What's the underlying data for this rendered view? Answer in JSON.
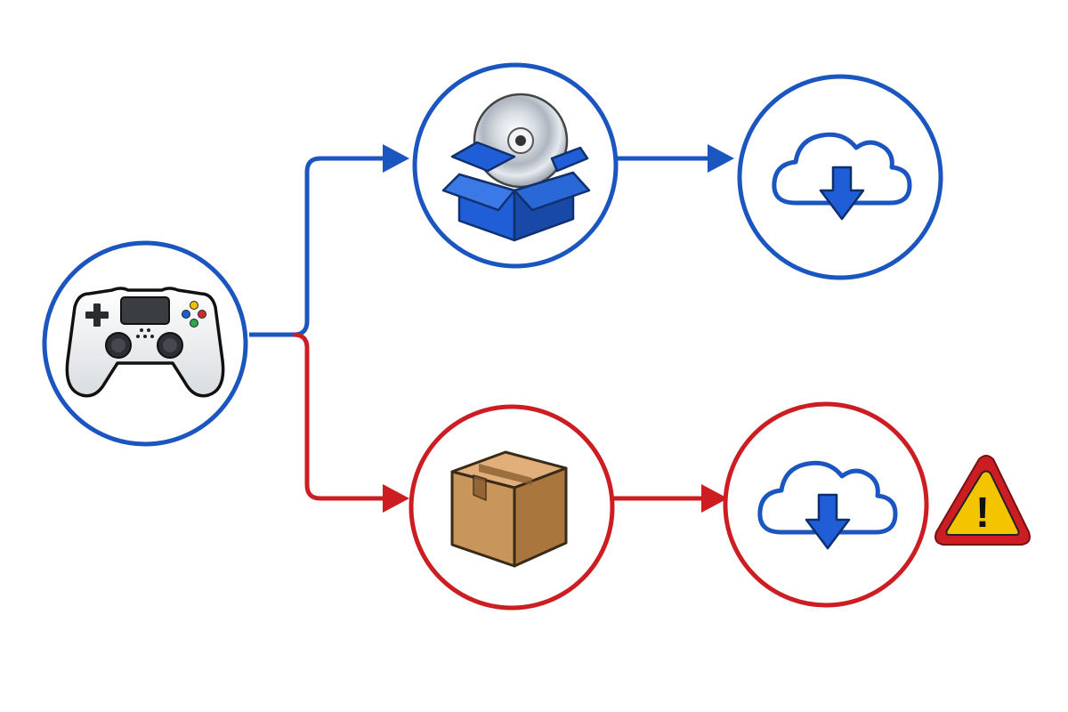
{
  "colors": {
    "blue": "#1a55c0",
    "red": "#cc1e22",
    "node_fill": "#ffffff",
    "warning_fill": "#f5c400",
    "cardboard": "#c8955a",
    "box_blue": "#1f5ed6"
  },
  "nodes": [
    {
      "id": "controller",
      "icon": "game-controller-icon"
    },
    {
      "id": "disc-box",
      "icon": "disc-in-box-icon"
    },
    {
      "id": "cloud-download-top",
      "icon": "cloud-download-icon"
    },
    {
      "id": "cardboard-box",
      "icon": "cardboard-box-icon"
    },
    {
      "id": "cloud-download-bottom",
      "icon": "cloud-download-icon"
    }
  ],
  "edges": [
    {
      "from": "controller",
      "to": "disc-box",
      "color": "blue"
    },
    {
      "from": "disc-box",
      "to": "cloud-download-top",
      "color": "blue"
    },
    {
      "from": "controller",
      "to": "cardboard-box",
      "color": "red"
    },
    {
      "from": "cardboard-box",
      "to": "cloud-download-bottom",
      "color": "red"
    }
  ],
  "warning": {
    "icon": "warning-icon",
    "glyph": "!"
  }
}
